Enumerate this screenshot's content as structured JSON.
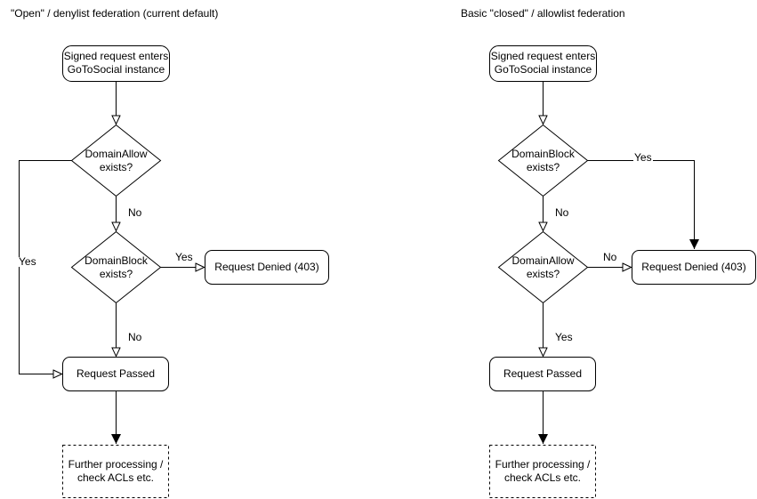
{
  "page": {
    "background_color": "#ffffff",
    "stroke_color": "#000000"
  },
  "diagrams": [
    {
      "title": "\"Open\" / denylist federation (current default)",
      "nodes": {
        "start": {
          "lines": [
            "Signed request enters",
            "GoToSocial instance"
          ]
        },
        "decision1": {
          "lines": [
            "DomainAllow",
            "exists?"
          ]
        },
        "decision2": {
          "lines": [
            "DomainBlock",
            "exists?"
          ]
        },
        "denied": {
          "label": "Request Denied (403)"
        },
        "passed": {
          "label": "Request Passed"
        },
        "further": {
          "lines": [
            "Further processing /",
            "check ACLs etc."
          ]
        }
      },
      "edges": {
        "decision1_no": "No",
        "decision1_yes": "Yes",
        "decision2_yes": "Yes",
        "decision2_no": "No"
      }
    },
    {
      "title": "Basic \"closed\" / allowlist federation",
      "nodes": {
        "start": {
          "lines": [
            "Signed request enters",
            "GoToSocial instance"
          ]
        },
        "decision1": {
          "lines": [
            "DomainBlock",
            "exists?"
          ]
        },
        "decision2": {
          "lines": [
            "DomainAllow",
            "exists?"
          ]
        },
        "denied": {
          "label": "Request Denied (403)"
        },
        "passed": {
          "label": "Request Passed"
        },
        "further": {
          "lines": [
            "Further processing /",
            "check ACLs etc."
          ]
        }
      },
      "edges": {
        "decision1_yes": "Yes",
        "decision1_no": "No",
        "decision2_no": "No",
        "decision2_yes": "Yes"
      }
    }
  ]
}
